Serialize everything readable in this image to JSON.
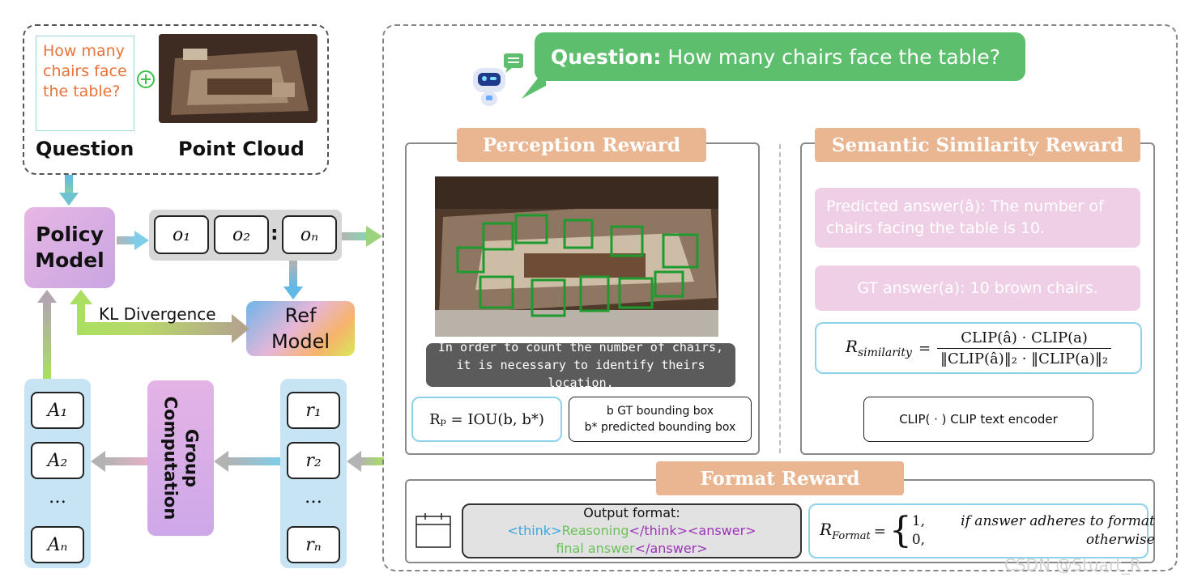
{
  "left": {
    "question_text": "How many chairs face the table?",
    "question_label": "Question",
    "point_cloud_label": "Point Cloud",
    "policy_model": "Policy Model",
    "outputs": [
      "o₁",
      "o₂",
      "oₙ"
    ],
    "kl_divergence": "KL Divergence",
    "ref_model": "Ref Model",
    "group_computation": "Group Computation",
    "advantages": [
      "A₁",
      "A₂",
      "…",
      "Aₙ"
    ],
    "rewards": [
      "r₁",
      "r₂",
      "…",
      "rₙ"
    ]
  },
  "right": {
    "question_prefix": "Question:",
    "question_body": "How many chairs face the table?",
    "perception": {
      "title": "Perception Reward",
      "caption": "In order to count the number of chairs, it is necessary to identify theirs location.",
      "formula": "Rₚ = IOU(b, b*)",
      "legend_gt": "b GT bounding box",
      "legend_pred": "b* predicted bounding box"
    },
    "semantic": {
      "title": "Semantic Similarity Reward",
      "predicted": "Predicted answer(â): The number of chairs facing the table is 10.",
      "gt": "GT answer(a): 10 brown chairs.",
      "formula_lhs": "R",
      "formula_sub": "similarity",
      "formula_num": "CLIP(â) · CLIP(a)",
      "formula_den": "‖CLIP(â)‖₂ · ‖CLIP(a)‖₂",
      "clip_note": "CLIP( · ) CLIP text encoder"
    },
    "format": {
      "title": "Format Reward",
      "output_label": "Output format:",
      "tag_think_open": "<think>",
      "reasoning": "Reasoning",
      "tag_think_close": "</think>",
      "tag_answer_open": "<answer>",
      "final": " final",
      "answer_word": "answer",
      "tag_answer_close": "</answer>",
      "formula_lhs": "R",
      "formula_sub": "Format",
      "case1_val": "1,",
      "case1_cond": "if answer adheres to format",
      "case2_val": "0,",
      "case2_cond": "otherwise"
    }
  },
  "watermark": "CSDN @Stuart_R",
  "colors": {
    "orange": "#e8743b",
    "green": "#5dbf6e",
    "pill": "#eab591",
    "pink": "#eecfe5",
    "lightblue": "#c6e4f4",
    "purple": "#cda8e8"
  }
}
